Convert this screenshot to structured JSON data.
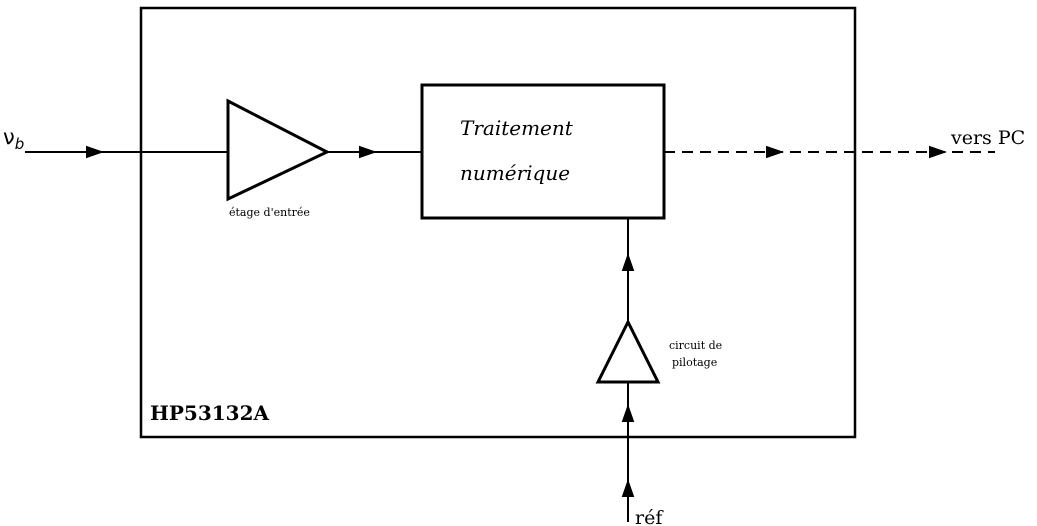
{
  "input_label": "ν",
  "input_subscript": "b",
  "input_stage_label": "étage d'entrée",
  "processing_line1": "Traitement",
  "processing_line2": "numérique",
  "output_label": "vers PC",
  "driver_line1": "circuit de",
  "driver_line2": "pilotage",
  "instrument_label": "HP53132A",
  "reference_label": "réf"
}
